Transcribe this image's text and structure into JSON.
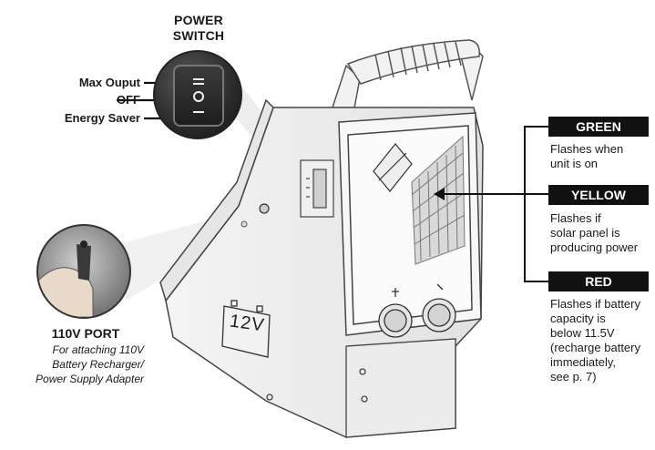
{
  "power_switch": {
    "title_line1": "POWER",
    "title_line2": "SWITCH",
    "positions": [
      "Max Ouput",
      "OFF",
      "Energy Saver"
    ]
  },
  "port": {
    "title": "110V PORT",
    "description_lines": [
      "For attaching 110V",
      "Battery Recharger/",
      "Power Supply Adapter"
    ]
  },
  "device": {
    "voltage_label": "12V"
  },
  "indicators": [
    {
      "label": "GREEN",
      "description_lines": [
        "Flashes when",
        "unit is on"
      ]
    },
    {
      "label": "YELLOW",
      "description_lines": [
        "Flashes if",
        "solar panel is",
        "producing power"
      ]
    },
    {
      "label": "RED",
      "description_lines": [
        "Flashes if battery",
        "capacity is",
        "below 11.5V",
        "(recharge battery",
        "immediately,",
        "see p. 7)"
      ]
    }
  ]
}
